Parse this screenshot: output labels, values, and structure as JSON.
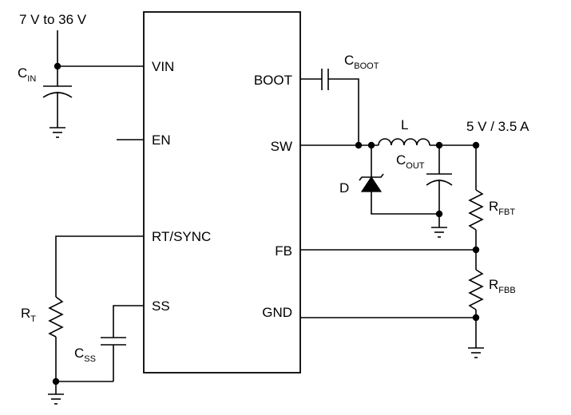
{
  "supply_label": "7 V to 36 V",
  "output_label": "5 V / 3.5 A",
  "chip_pins": {
    "vin": "VIN",
    "en": "EN",
    "rt_sync": "RT/SYNC",
    "ss": "SS",
    "boot": "BOOT",
    "sw": "SW",
    "fb": "FB",
    "gnd": "GND"
  },
  "components": {
    "cin": {
      "main": "C",
      "sub": "IN"
    },
    "cboot": {
      "main": "C",
      "sub": "BOOT"
    },
    "inductor": "L",
    "cout": {
      "main": "C",
      "sub": "OUT"
    },
    "diode": "D",
    "rfbt": {
      "main": "R",
      "sub": "FBT"
    },
    "rfbb": {
      "main": "R",
      "sub": "FBB"
    },
    "rt": {
      "main": "R",
      "sub": "T"
    },
    "css": {
      "main": "C",
      "sub": "SS"
    }
  }
}
